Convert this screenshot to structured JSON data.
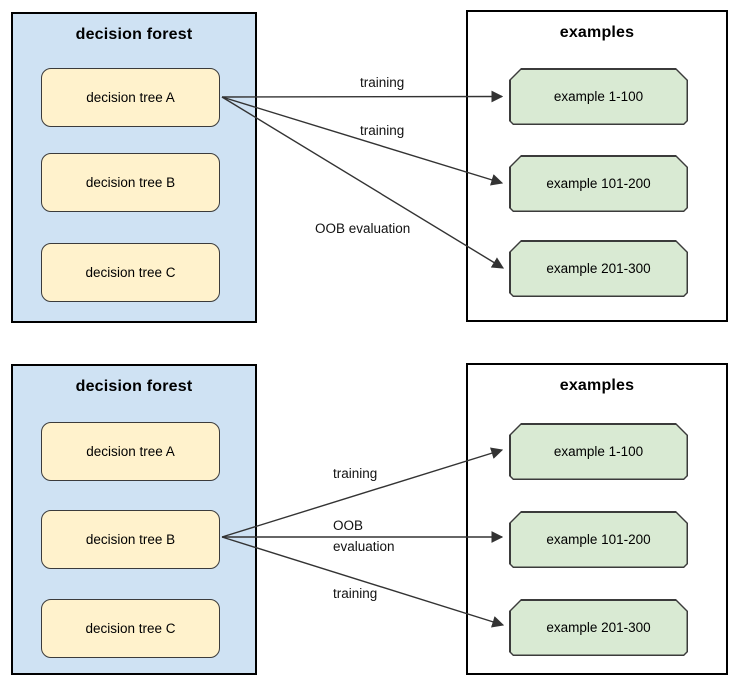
{
  "colors": {
    "forest_panel_fill": "#cfe2f3",
    "examples_panel_fill": "#ffffff",
    "panel_border": "#000000",
    "tree_node_fill": "#fff2cc",
    "example_node_fill": "#d9ead3",
    "node_border": "#3b3b3b",
    "arrow_color": "#333333",
    "text_color": "#000000"
  },
  "diagrams": [
    {
      "forest": {
        "title": "decision forest",
        "trees": [
          "decision tree A",
          "decision tree B",
          "decision tree C"
        ]
      },
      "examples": {
        "title": "examples",
        "items": [
          "example 1-100",
          "example 101-200",
          "example 201-300"
        ]
      },
      "source_tree": "decision tree A",
      "arrows": [
        {
          "label": "training",
          "from": "decision tree A",
          "to": "example 1-100"
        },
        {
          "label": "training",
          "from": "decision tree A",
          "to": "example 101-200"
        },
        {
          "label": "OOB evaluation",
          "from": "decision tree A",
          "to": "example 201-300"
        }
      ]
    },
    {
      "forest": {
        "title": "decision forest",
        "trees": [
          "decision tree A",
          "decision tree B",
          "decision tree C"
        ]
      },
      "examples": {
        "title": "examples",
        "items": [
          "example 1-100",
          "example 101-200",
          "example 201-300"
        ]
      },
      "source_tree": "decision tree B",
      "arrows": [
        {
          "label": "training",
          "from": "decision tree B",
          "to": "example 1-100"
        },
        {
          "label": "OOB evaluation",
          "from": "decision tree B",
          "to": "example 101-200"
        },
        {
          "label": "training",
          "from": "decision tree B",
          "to": "example 201-300"
        }
      ]
    }
  ]
}
